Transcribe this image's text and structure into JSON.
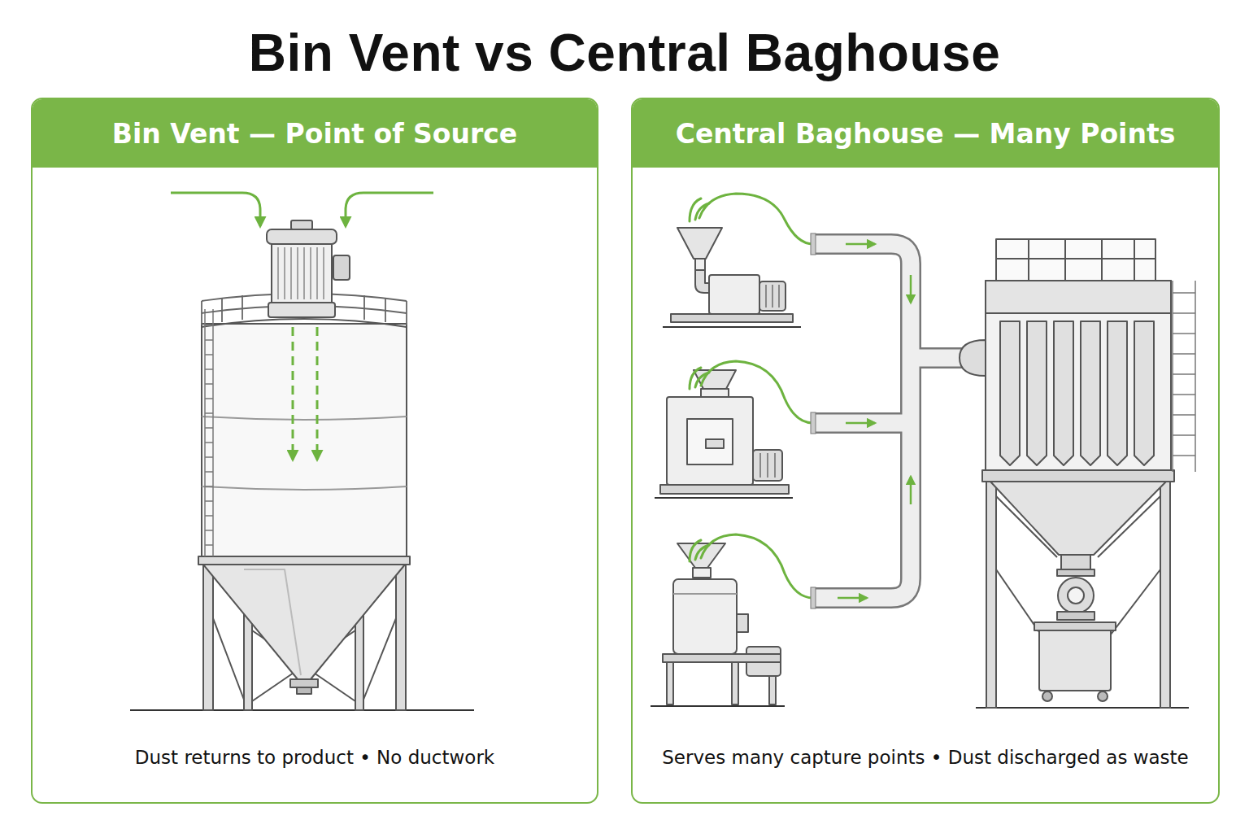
{
  "diagram": {
    "title": "Bin Vent vs Central Baghouse",
    "nodes": [
      {
        "text": [
          "Bin Vent — Point of Source",
          "Dust returns to product • No ductwork"
        ]
      },
      {
        "text": [
          "Central Baghouse — Many Points",
          "Serves many capture points • Dust discharged as waste"
        ]
      }
    ]
  }
}
